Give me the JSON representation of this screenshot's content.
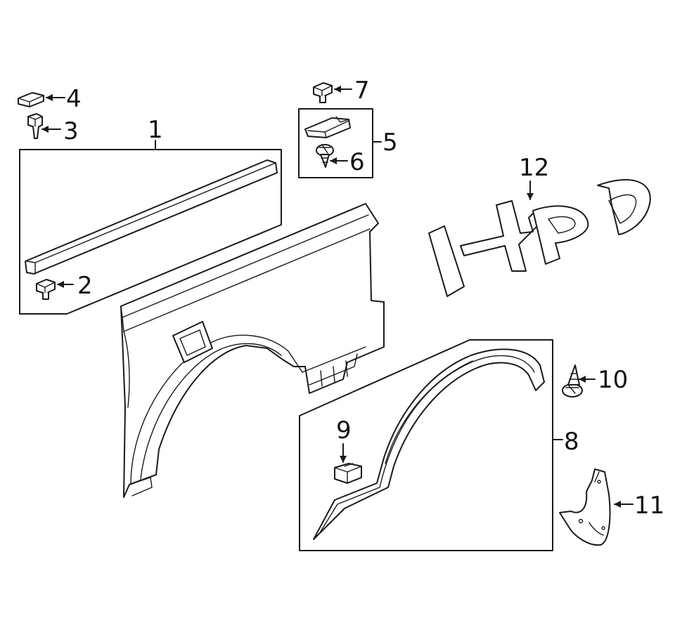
{
  "callouts": {
    "c1": "1",
    "c2": "2",
    "c3": "3",
    "c4": "4",
    "c5": "5",
    "c6": "6",
    "c7": "7",
    "c8": "8",
    "c9": "9",
    "c10": "10",
    "c11": "11",
    "c12": "12"
  },
  "emblem_text": "HPD"
}
